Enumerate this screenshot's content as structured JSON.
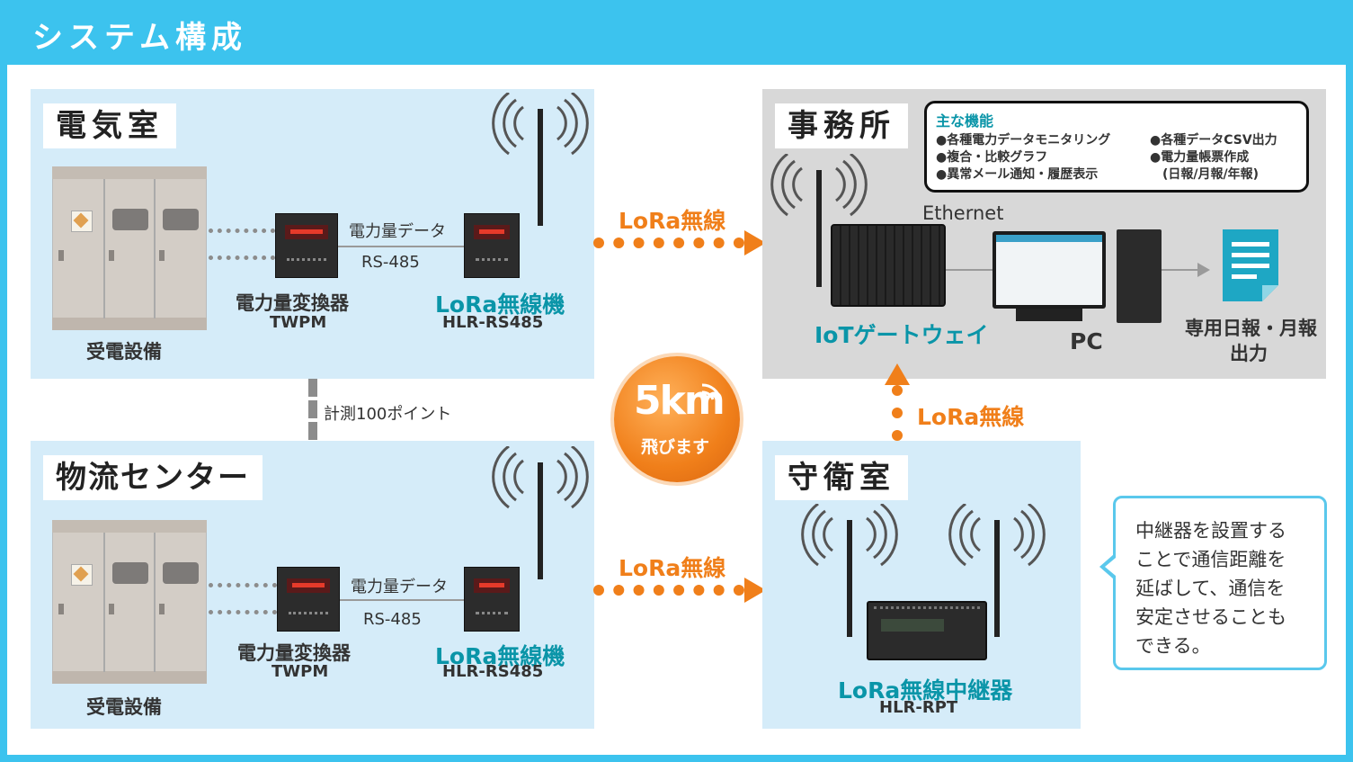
{
  "title": "システム構成",
  "colors": {
    "accent": "#3cc3ee",
    "teal": "#0a95a8",
    "orange": "#f07f1a",
    "panel_blue": "#d5ecf9",
    "panel_gray": "#d8d8d8"
  },
  "denki": {
    "label": "電気室",
    "data_label": "電力量データ",
    "protocol": "RS-485",
    "converter_name": "電力量変換器",
    "converter_model": "TWPM",
    "lora_name": "LoRa無線機",
    "lora_model": "HLR-RS485",
    "equipment": "受電設備"
  },
  "butsuryu": {
    "label": "物流センター",
    "data_label": "電力量データ",
    "protocol": "RS-485",
    "converter_name": "電力量変換器",
    "converter_model": "TWPM",
    "lora_name": "LoRa無線機",
    "lora_model": "HLR-RS485",
    "equipment": "受電設備"
  },
  "measure_points": "計測100ポイント",
  "lora_link_top": "LoRa無線",
  "lora_link_bottom": "LoRa無線",
  "lora_link_up": "LoRa無線",
  "range_badge": {
    "value": "5km",
    "caption": "飛びます"
  },
  "office": {
    "label": "事務所",
    "functions_title": "主な機能",
    "functions_left": [
      "●各種電力データモニタリング",
      "●複合・比較グラフ",
      "●異常メール通知・履歴表示"
    ],
    "functions_right": [
      "●各種データCSV出力",
      "●電力量帳票作成",
      "(日報/月報/年報)"
    ],
    "ethernet": "Ethernet",
    "gateway": "IoTゲートウェイ",
    "pc": "PC",
    "report_line1": "専用日報・月報",
    "report_line2": "出力"
  },
  "guard": {
    "label": "守衛室",
    "repeater_name": "LoRa無線中継器",
    "repeater_model": "HLR-RPT"
  },
  "note_lines": [
    "中継器を設置する",
    "ことで通信距離を",
    "延ばして、通信を",
    "安定させることも",
    "できる。"
  ],
  "icons": [
    "antenna-icon",
    "signal-waves-icon",
    "document-icon",
    "wifi-icon"
  ]
}
